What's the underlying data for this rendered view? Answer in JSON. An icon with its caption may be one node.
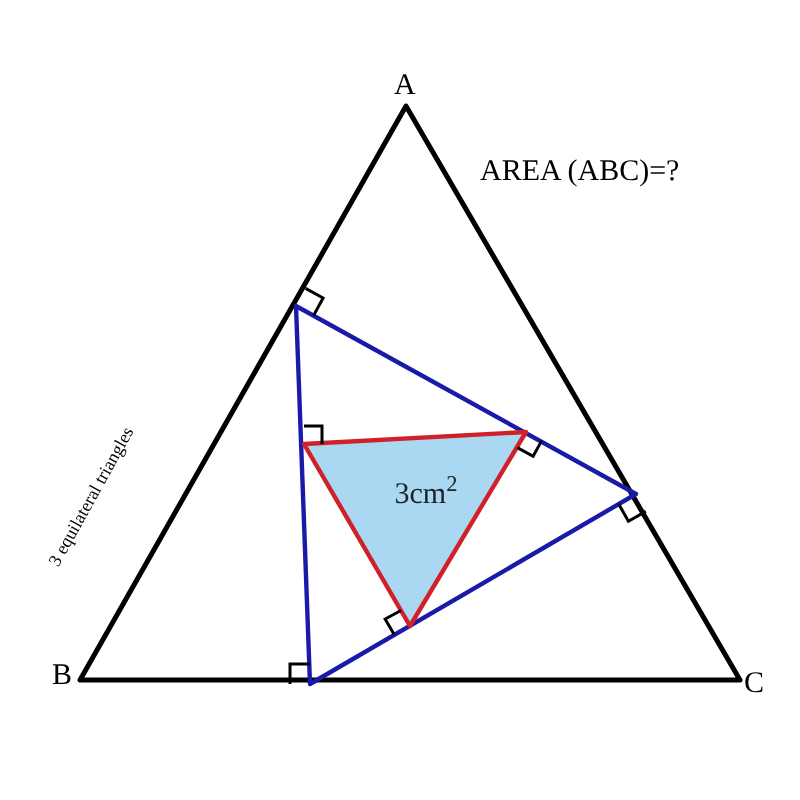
{
  "diagram": {
    "nodes": [
      {
        "text": [],
        "shape": "triangle"
      },
      {
        "text": [],
        "shape": "triangle",
        "in": 0
      },
      {
        "text": [
          "3cm$^{2}$"
        ],
        "in": 1
      }
    ],
    "labels": [
      "A",
      "AREA (ABC)=?",
      "3 equilateral triangles",
      "B",
      "C"
    ]
  }
}
